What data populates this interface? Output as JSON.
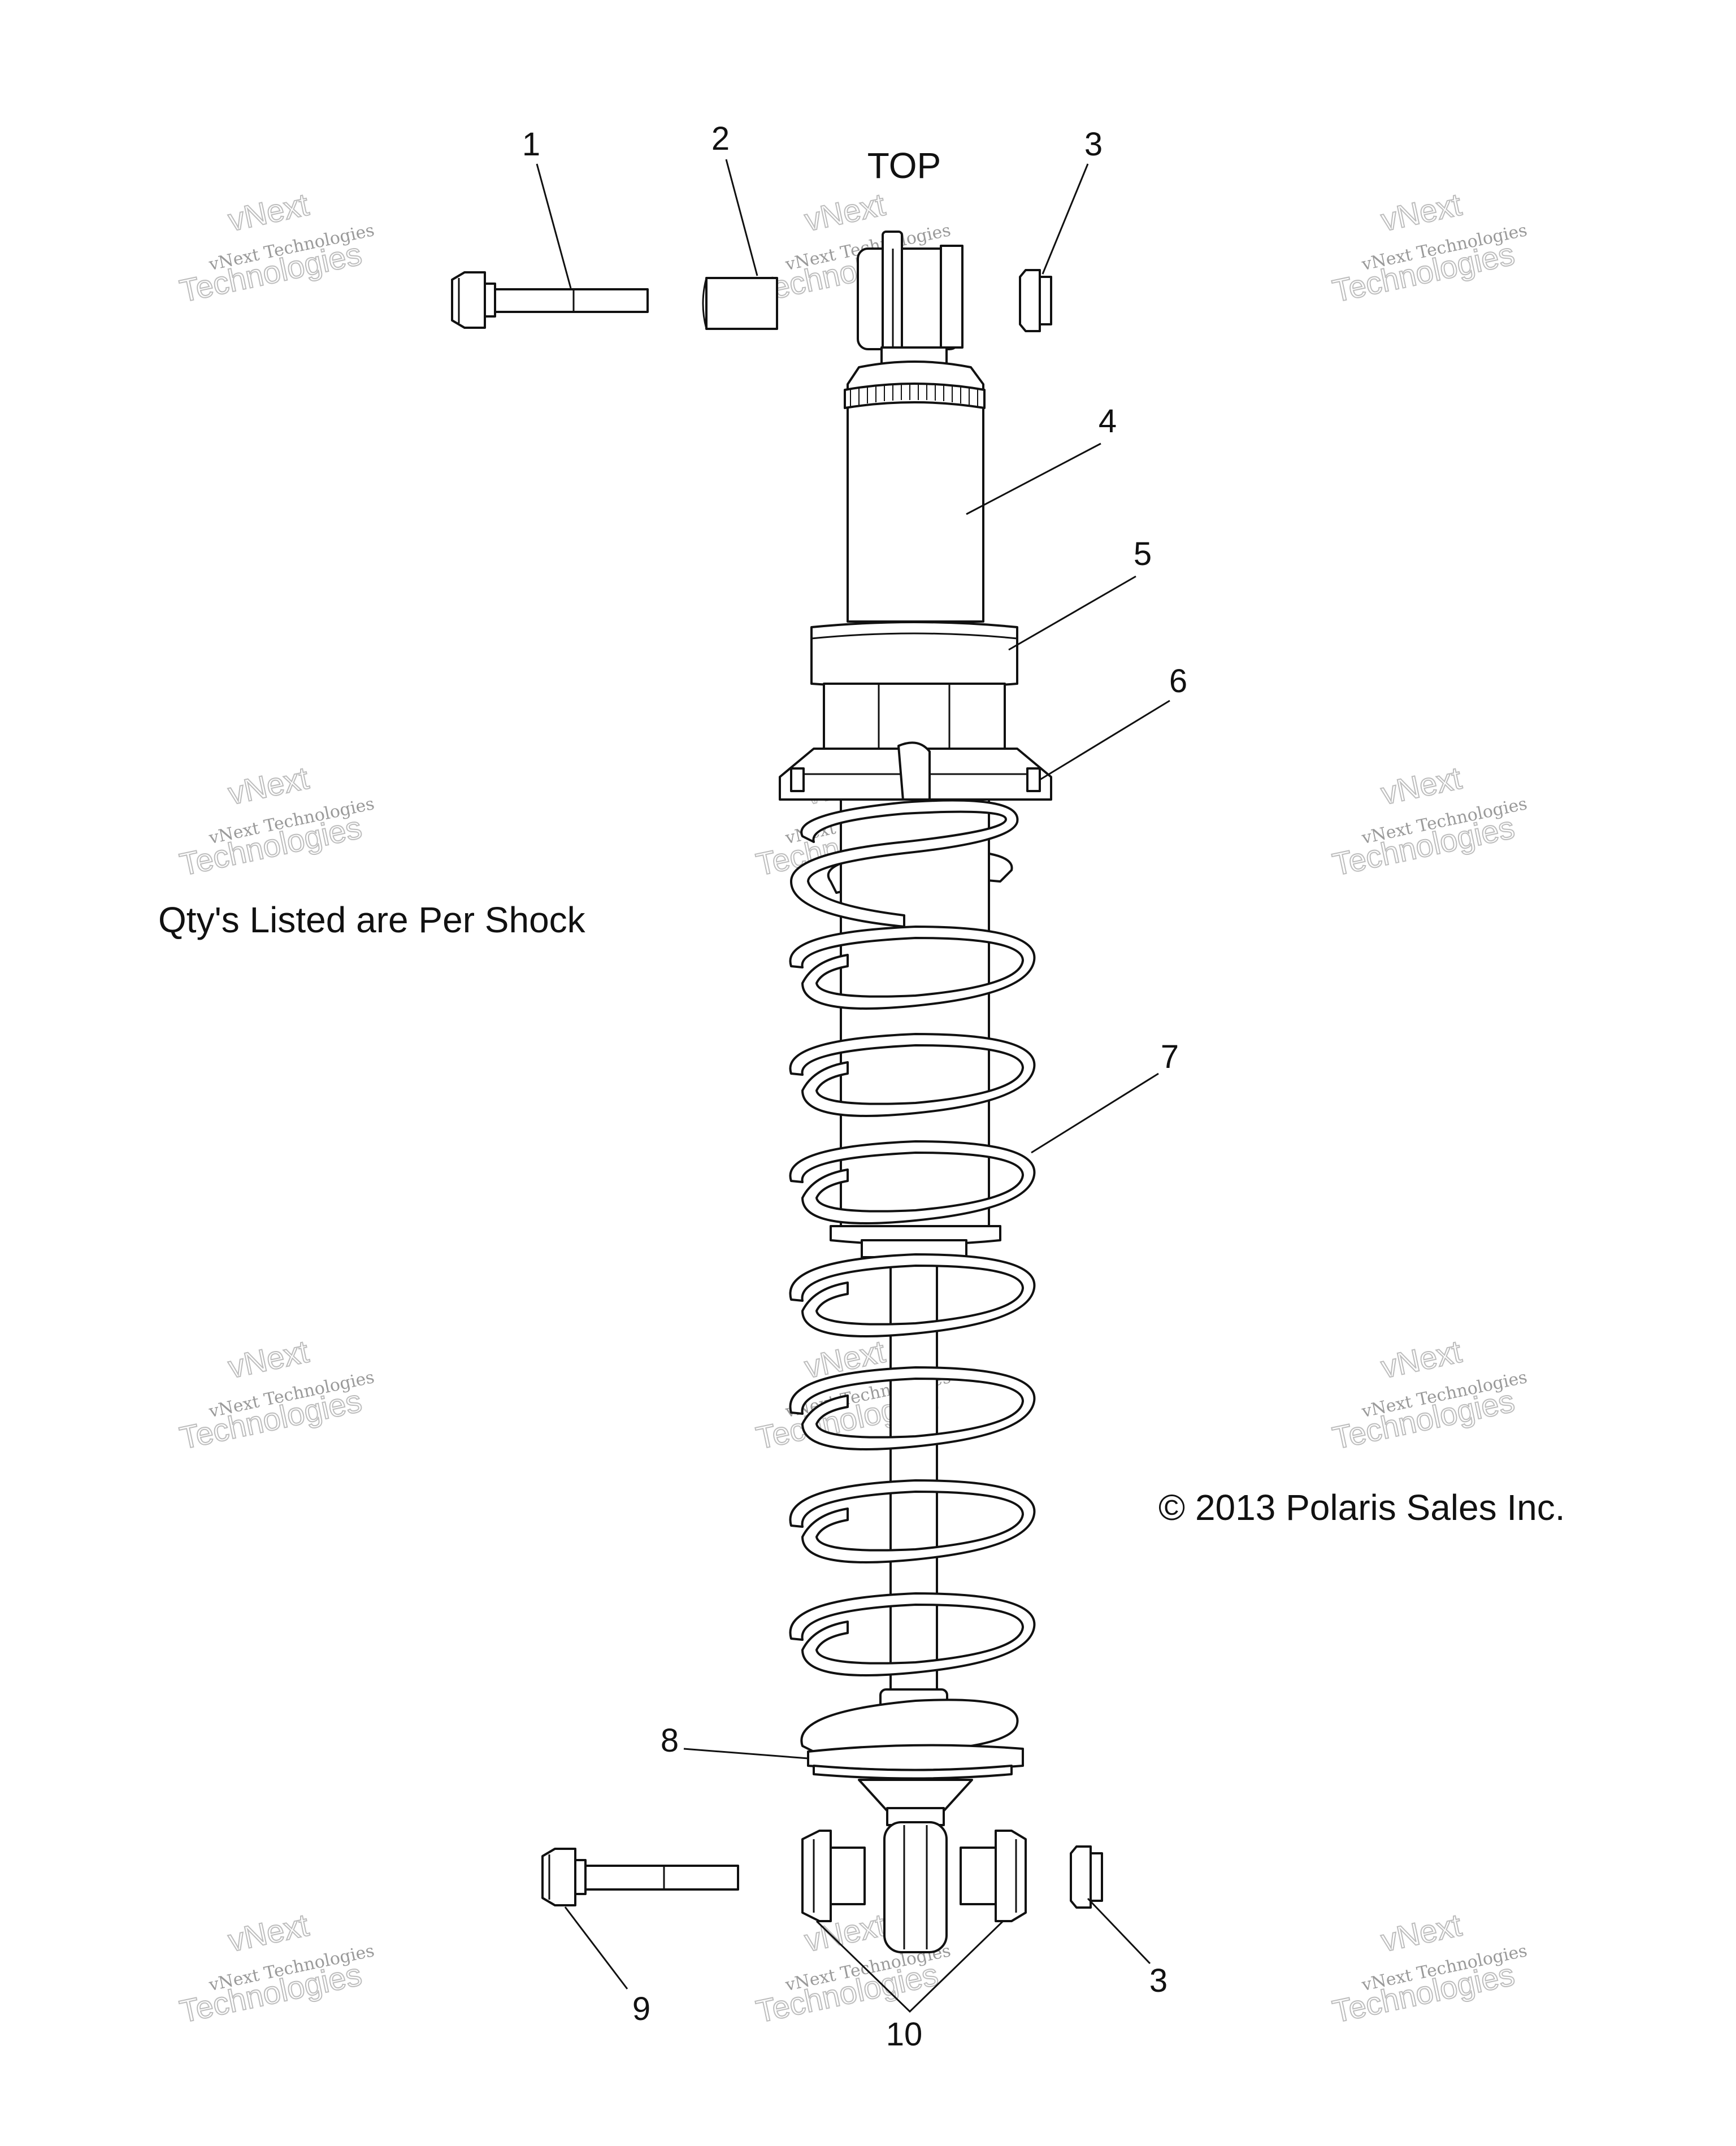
{
  "diagram": {
    "orientation_label": "TOP",
    "note": "Qty's Listed are Per Shock",
    "copyright": "© 2013 Polaris Sales Inc.",
    "callouts": {
      "c1": "1",
      "c2": "2",
      "c3_top": "3",
      "c4": "4",
      "c5": "5",
      "c6": "6",
      "c7": "7",
      "c8": "8",
      "c9": "9",
      "c3_bottom": "3",
      "c10": "10"
    },
    "watermark": {
      "line1": "vNext Technologies",
      "line2": "vNext",
      "line3": "Technologies"
    }
  }
}
